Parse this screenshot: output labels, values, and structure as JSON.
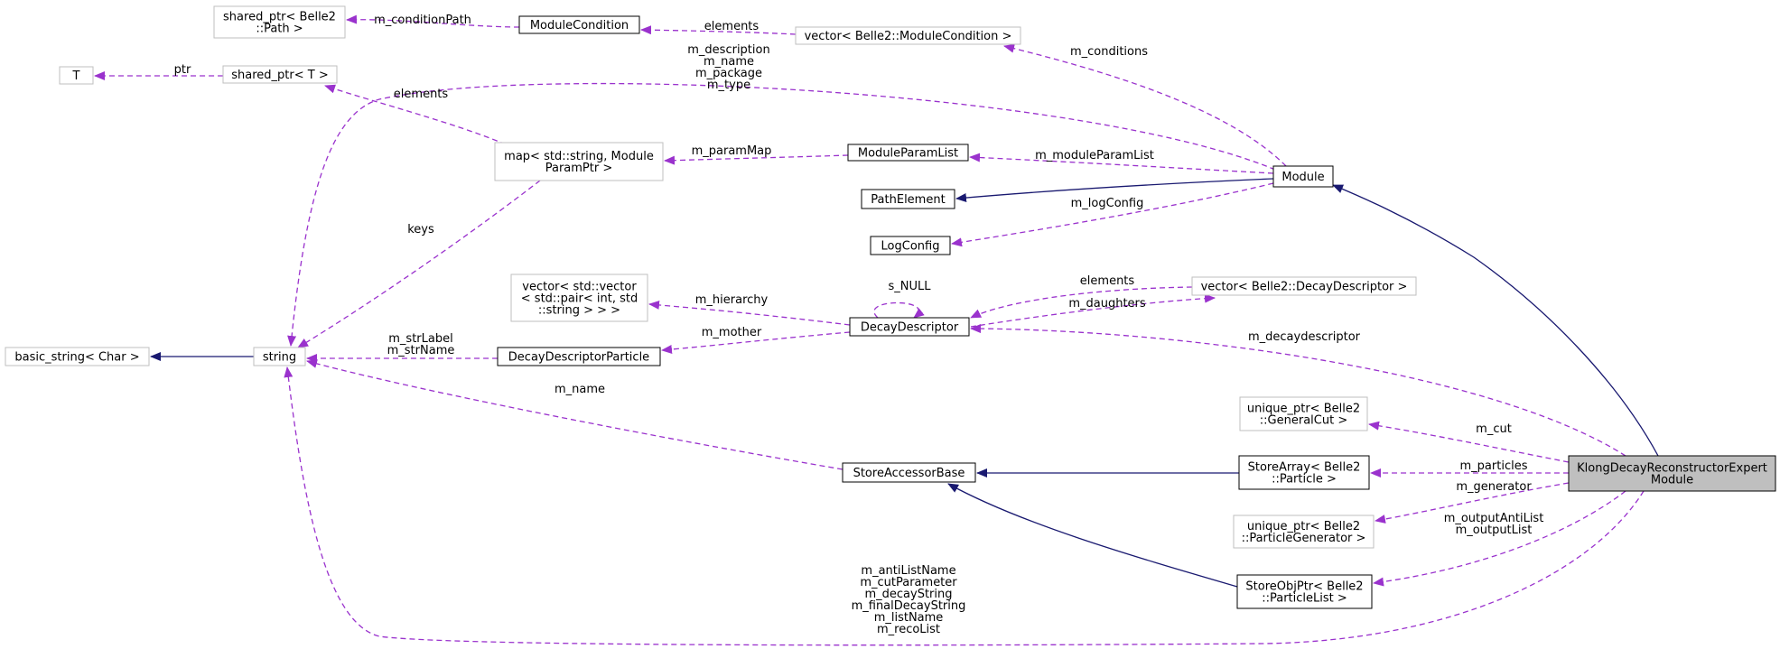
{
  "nodes": {
    "shared_ptr_path": {
      "lines": [
        "shared_ptr< Belle2",
        "::Path >"
      ],
      "style": "ref"
    },
    "module_condition": {
      "lines": [
        "ModuleCondition"
      ],
      "style": "class"
    },
    "vector_module_condition": {
      "lines": [
        "vector< Belle2::ModuleCondition >"
      ],
      "style": "ref"
    },
    "t": {
      "lines": [
        "T"
      ],
      "style": "ref"
    },
    "shared_ptr_t": {
      "lines": [
        "shared_ptr< T >"
      ],
      "style": "ref"
    },
    "map_param": {
      "lines": [
        "map< std::string, Module",
        "ParamPtr >"
      ],
      "style": "ref"
    },
    "module_param_list": {
      "lines": [
        "ModuleParamList"
      ],
      "style": "class"
    },
    "module": {
      "lines": [
        "Module"
      ],
      "style": "class"
    },
    "path_element": {
      "lines": [
        "PathElement"
      ],
      "style": "class"
    },
    "log_config": {
      "lines": [
        "LogConfig"
      ],
      "style": "class"
    },
    "vector_vector_pair": {
      "lines": [
        "vector< std::vector",
        "< std::pair< int, std",
        "::string > > >"
      ],
      "style": "ref"
    },
    "decay_descriptor": {
      "lines": [
        "DecayDescriptor"
      ],
      "style": "class"
    },
    "vector_decay_descriptor": {
      "lines": [
        "vector< Belle2::DecayDescriptor >"
      ],
      "style": "ref"
    },
    "basic_string": {
      "lines": [
        "basic_string< Char >"
      ],
      "style": "ref"
    },
    "string": {
      "lines": [
        "string"
      ],
      "style": "ref"
    },
    "decay_descriptor_particle": {
      "lines": [
        "DecayDescriptorParticle"
      ],
      "style": "class"
    },
    "unique_ptr_general_cut": {
      "lines": [
        "unique_ptr< Belle2",
        "::GeneralCut >"
      ],
      "style": "ref"
    },
    "store_accessor_base": {
      "lines": [
        "StoreAccessorBase"
      ],
      "style": "class"
    },
    "store_array_particle": {
      "lines": [
        "StoreArray< Belle2",
        "::Particle >"
      ],
      "style": "class"
    },
    "klong_module": {
      "lines": [
        "KlongDecayReconstructorExpert",
        "Module"
      ],
      "style": "focus"
    },
    "unique_ptr_particle_generator": {
      "lines": [
        "unique_ptr< Belle2",
        "::ParticleGenerator >"
      ],
      "style": "ref"
    },
    "store_obj_ptr_particle_list": {
      "lines": [
        "StoreObjPtr< Belle2",
        "::ParticleList >"
      ],
      "style": "class"
    }
  },
  "edge_labels": {
    "m_conditionPath": [
      "m_conditionPath"
    ],
    "elements_cond": [
      "elements"
    ],
    "m_conditions": [
      "m_conditions"
    ],
    "ptr": [
      "ptr"
    ],
    "elements_map": [
      "elements"
    ],
    "module_strings": [
      "m_description",
      "m_name",
      "m_package",
      "m_type"
    ],
    "m_paramMap": [
      "m_paramMap"
    ],
    "m_moduleParamList": [
      "m_moduleParamList"
    ],
    "m_logConfig": [
      "m_logConfig"
    ],
    "keys": [
      "keys"
    ],
    "m_hierarchy": [
      "m_hierarchy"
    ],
    "s_NULL": [
      "s_NULL"
    ],
    "elements_dd": [
      "elements"
    ],
    "m_daughters": [
      "m_daughters"
    ],
    "m_mother": [
      "m_mother"
    ],
    "m_decaydescriptor": [
      "m_decaydescriptor"
    ],
    "ddp_strings": [
      "m_strLabel",
      "m_strName"
    ],
    "m_name": [
      "m_name"
    ],
    "m_cut": [
      "m_cut"
    ],
    "m_particles": [
      "m_particles"
    ],
    "m_generator": [
      "m_generator"
    ],
    "output_lists": [
      "m_outputAntiList",
      "m_outputList"
    ],
    "klong_strings": [
      "m_antiListName",
      "m_cutParameter",
      "m_decayString",
      "m_finalDecayString",
      "m_listName",
      "m_recoList"
    ]
  },
  "colors": {
    "inheritance": "#191970",
    "usage": "#9a32cd",
    "class_border": "#000000",
    "ref_border": "#bfbfbf",
    "focus_fill": "#bfbfbf"
  }
}
